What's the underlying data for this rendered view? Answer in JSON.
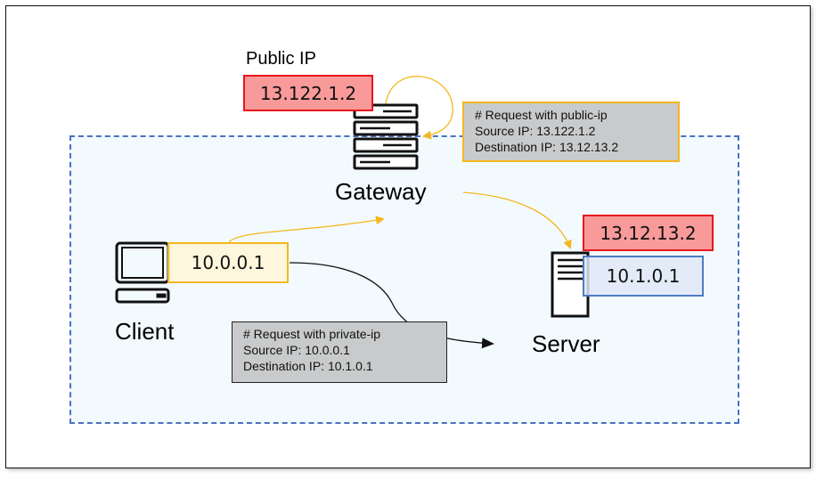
{
  "diagram": {
    "public_ip_label": "Public IP",
    "gateway": {
      "label": "Gateway",
      "public_ip": "13.122.1.2"
    },
    "client": {
      "label": "Client",
      "private_ip": "10.0.0.1"
    },
    "server": {
      "label": "Server",
      "public_ip": "13.12.13.2",
      "private_ip": "10.1.0.1"
    },
    "public_request_note": {
      "lines": [
        "# Request with public-ip",
        "Source IP: 13.122.1.2",
        "Destination IP: 13.12.13.2"
      ]
    },
    "private_request_note": {
      "lines": [
        "# Request with private-ip",
        "Source IP: 10.0.0.1",
        "Destination IP: 10.1.0.1"
      ]
    },
    "colors": {
      "public_ip_fill": "#f99a9a",
      "public_ip_border": "#e8161c",
      "client_ip_border": "#f3b820",
      "server_private_border": "#4f7cc5",
      "network_boundary": "#4a72c0",
      "public_flow_arrow": "#f3b820",
      "private_flow_arrow": "#111111"
    }
  }
}
